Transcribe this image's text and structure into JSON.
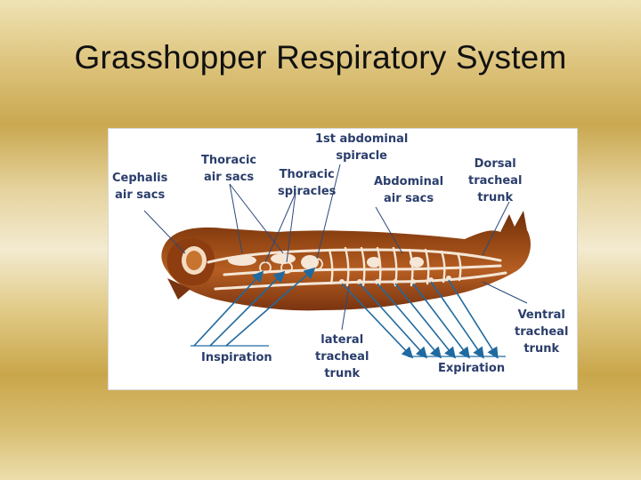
{
  "slide": {
    "title": "Grasshopper Respiratory System"
  },
  "diagram": {
    "labels": {
      "cephalis_air_sacs": [
        "Cephalis",
        "air sacs"
      ],
      "thoracic_air_sacs": [
        "Thoracic",
        "air sacs"
      ],
      "first_abdominal_spiracle": [
        "1st abdominal",
        "spiracle"
      ],
      "thoracic_spiracles": [
        "Thoracic",
        "spiracles"
      ],
      "abdominal_air_sacs": [
        "Abdominal",
        "air sacs"
      ],
      "dorsal_tracheal_trunk": [
        "Dorsal",
        "tracheal",
        "trunk"
      ],
      "ventral_tracheal_trunk": [
        "Ventral",
        "tracheal",
        "trunk"
      ],
      "lateral_tracheal_trunk": [
        "lateral",
        "tracheal",
        "trunk"
      ],
      "inspiration": "Inspiration",
      "expiration": "Expiration"
    },
    "colors": {
      "body": "#8a3e10",
      "body_highlight": "#c96a2a",
      "trachea": "#f5e6d6",
      "label_text": "#2a3d6b",
      "arrow": "#1f6aa0"
    }
  }
}
